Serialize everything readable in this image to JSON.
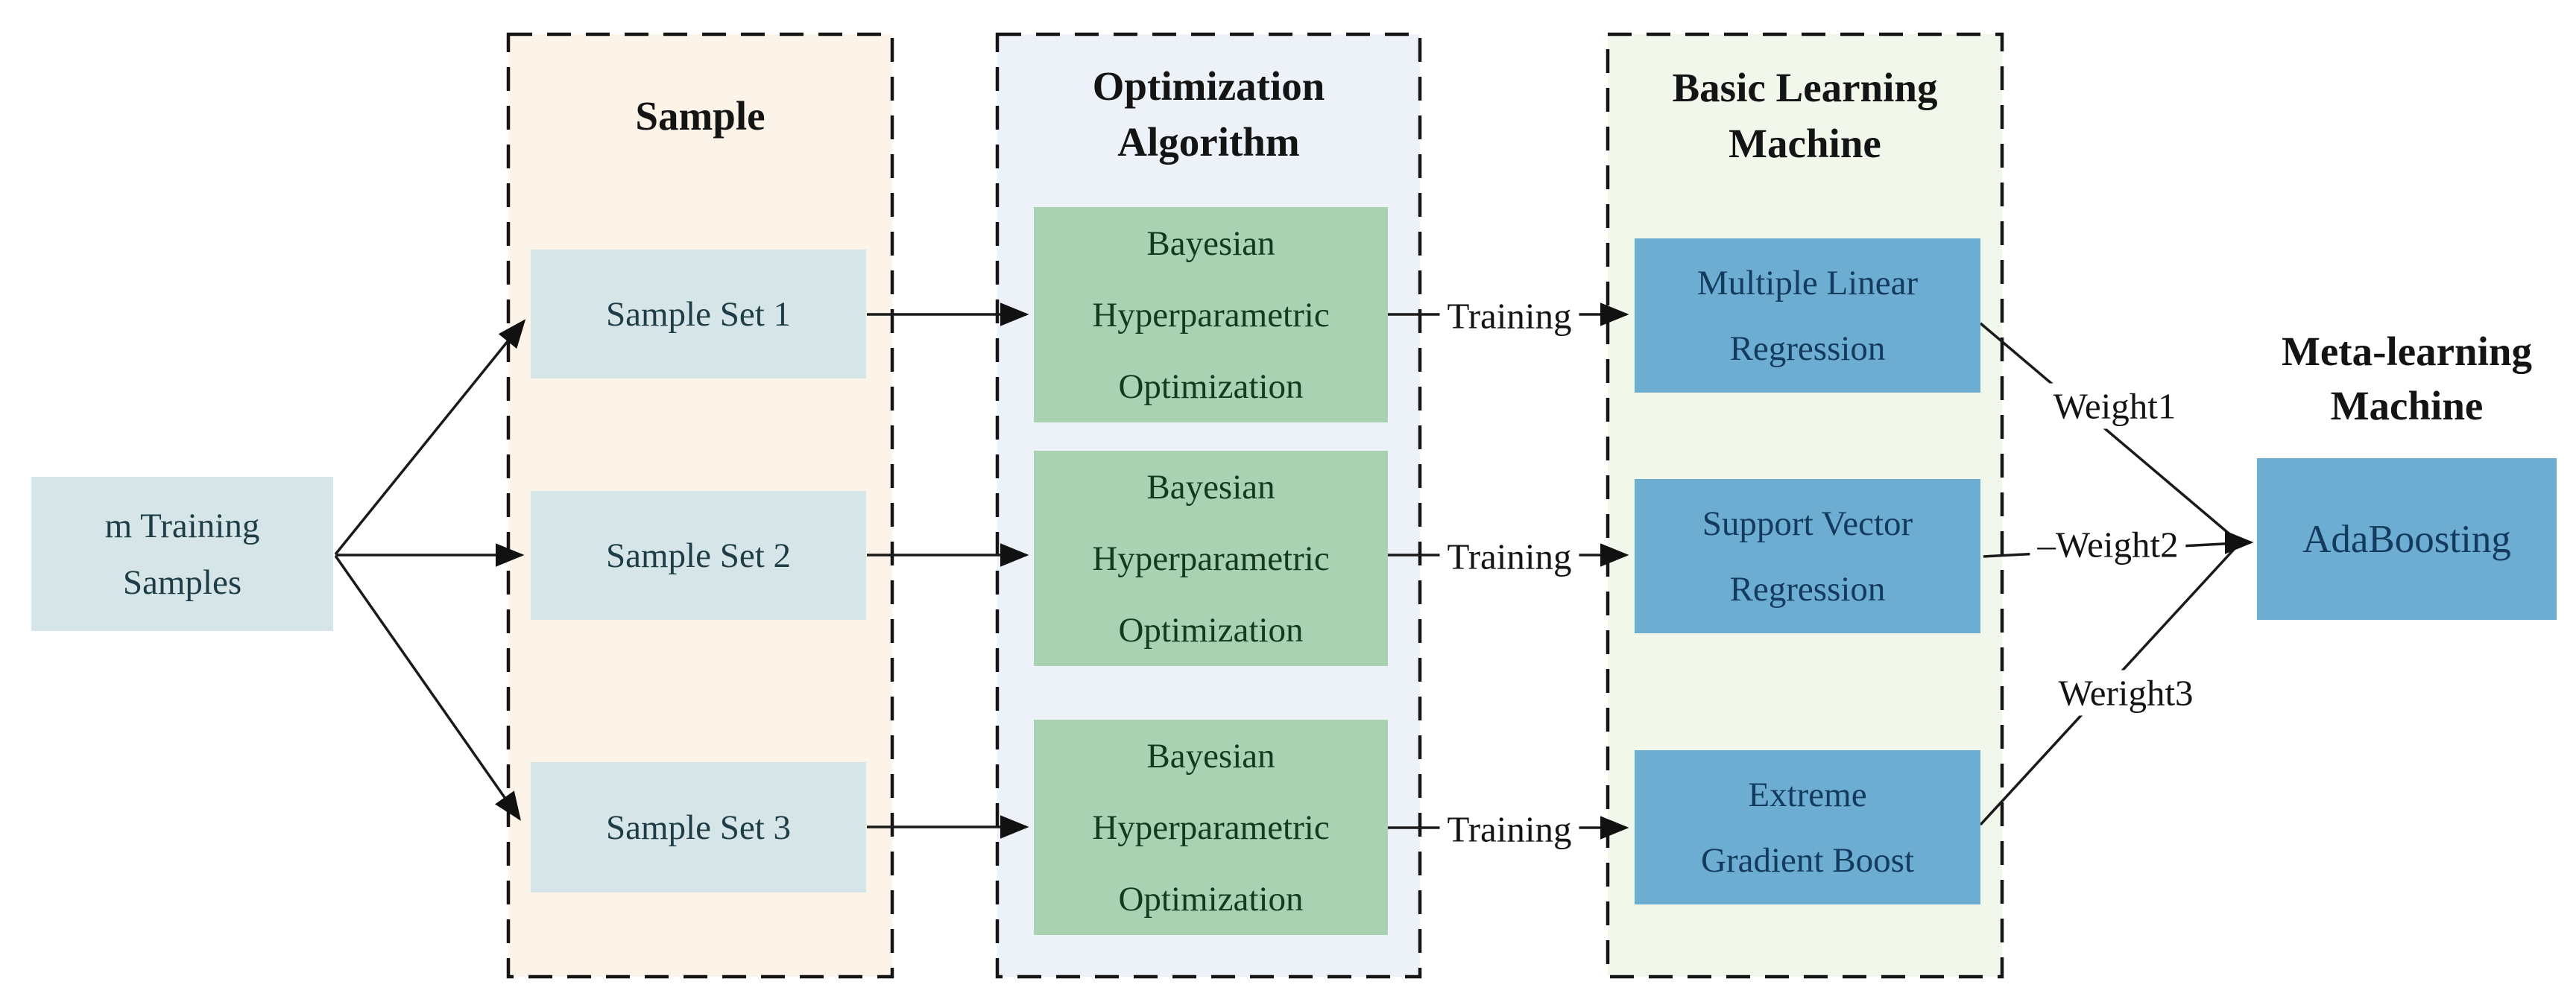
{
  "source_box": {
    "line1": "m Training",
    "line2": "Samples"
  },
  "sample_column": {
    "title": "Sample",
    "sets": [
      "Sample Set 1",
      "Sample Set 2",
      "Sample Set 3"
    ]
  },
  "optimization_column": {
    "title_line1": "Optimization",
    "title_line2": "Algorithm",
    "box_line1": "Bayesian",
    "box_line2": "Hyperparametric",
    "box_line3": "Optimization"
  },
  "basic_column": {
    "title_line1": "Basic Learning",
    "title_line2": "Machine",
    "machines": [
      {
        "line1": "Multiple Linear",
        "line2": "Regression"
      },
      {
        "line1": "Support Vector",
        "line2": "Regression"
      },
      {
        "line1": "Extreme",
        "line2": "Gradient Boost"
      }
    ]
  },
  "meta_column": {
    "title_line1": "Meta-learning",
    "title_line2": "Machine",
    "box_label": "AdaBoosting"
  },
  "edge_labels": {
    "training_row1": "Training",
    "training_row2": "Training",
    "training_row3": "Training",
    "weight1": "Weight1",
    "weight2": "–Weight2",
    "weight3": "Weright3"
  },
  "colors": {
    "sample_set_fill": "#d6e6e8",
    "sample_panel_bg": "#fcf4e9",
    "optimization_panel_bg": "#edf1f8",
    "basic_panel_bg": "#f2f7ec",
    "optimizer_box_fill": "#a8d2b2",
    "learner_box_fill": "#6dadd2",
    "meta_box_fill": "#6dadd2",
    "line_color": "#1a1a1a"
  }
}
